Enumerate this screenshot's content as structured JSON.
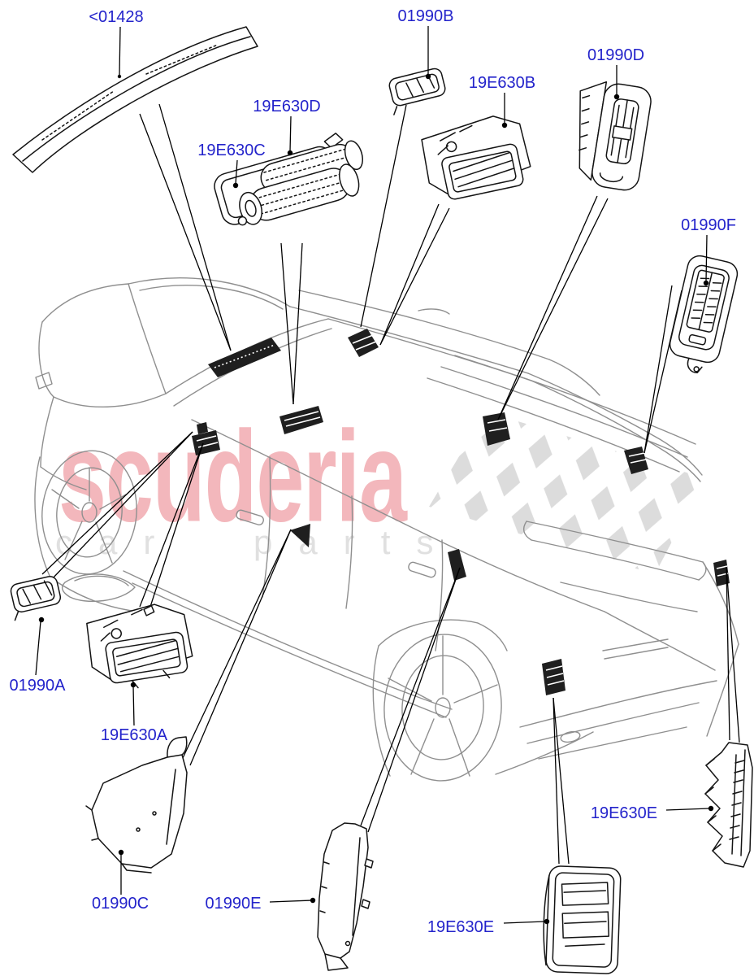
{
  "diagram": {
    "description": "Exploded air-vents parts diagram on SUV line art",
    "label_color": "#2323cb",
    "leader_line_color": "#000000",
    "car_line_color": "#8f8f8f",
    "highlight_color": "#1f1f1f"
  },
  "watermark": {
    "brand": "scuderia",
    "subtitle": "car parts",
    "brand_color": "#ef9fa6",
    "subtitle_color": "#e0e0e0",
    "checker_color": "#d8d8d8"
  },
  "labels": [
    {
      "id": "01428",
      "text": "<01428"
    },
    {
      "id": "19E630C",
      "text": "19E630C"
    },
    {
      "id": "19E630D",
      "text": "19E630D"
    },
    {
      "id": "01990B",
      "text": "01990B"
    },
    {
      "id": "19E630B",
      "text": "19E630B"
    },
    {
      "id": "01990D",
      "text": "01990D"
    },
    {
      "id": "01990F",
      "text": "01990F"
    },
    {
      "id": "01990A",
      "text": "01990A"
    },
    {
      "id": "19E630A",
      "text": "19E630A"
    },
    {
      "id": "01990C",
      "text": "01990C"
    },
    {
      "id": "01990E",
      "text": "01990E"
    },
    {
      "id": "19E630E-1",
      "text": "19E630E"
    },
    {
      "id": "19E630E-2",
      "text": "19E630E"
    }
  ]
}
